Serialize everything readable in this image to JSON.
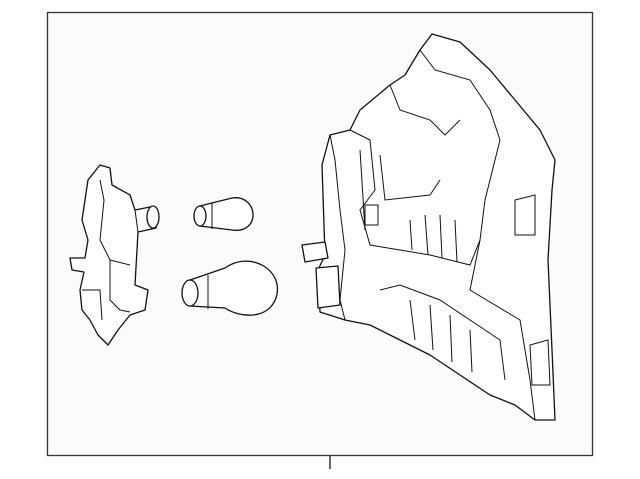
{
  "diagram": {
    "type": "exploded parts diagram",
    "parts": [
      "tail-lamp-housing",
      "bulb-socket",
      "small-bulb",
      "large-bulb"
    ],
    "colors": {
      "line": "#111111",
      "background": "#ffffff",
      "frame_fill": "#fbfbfb"
    }
  }
}
